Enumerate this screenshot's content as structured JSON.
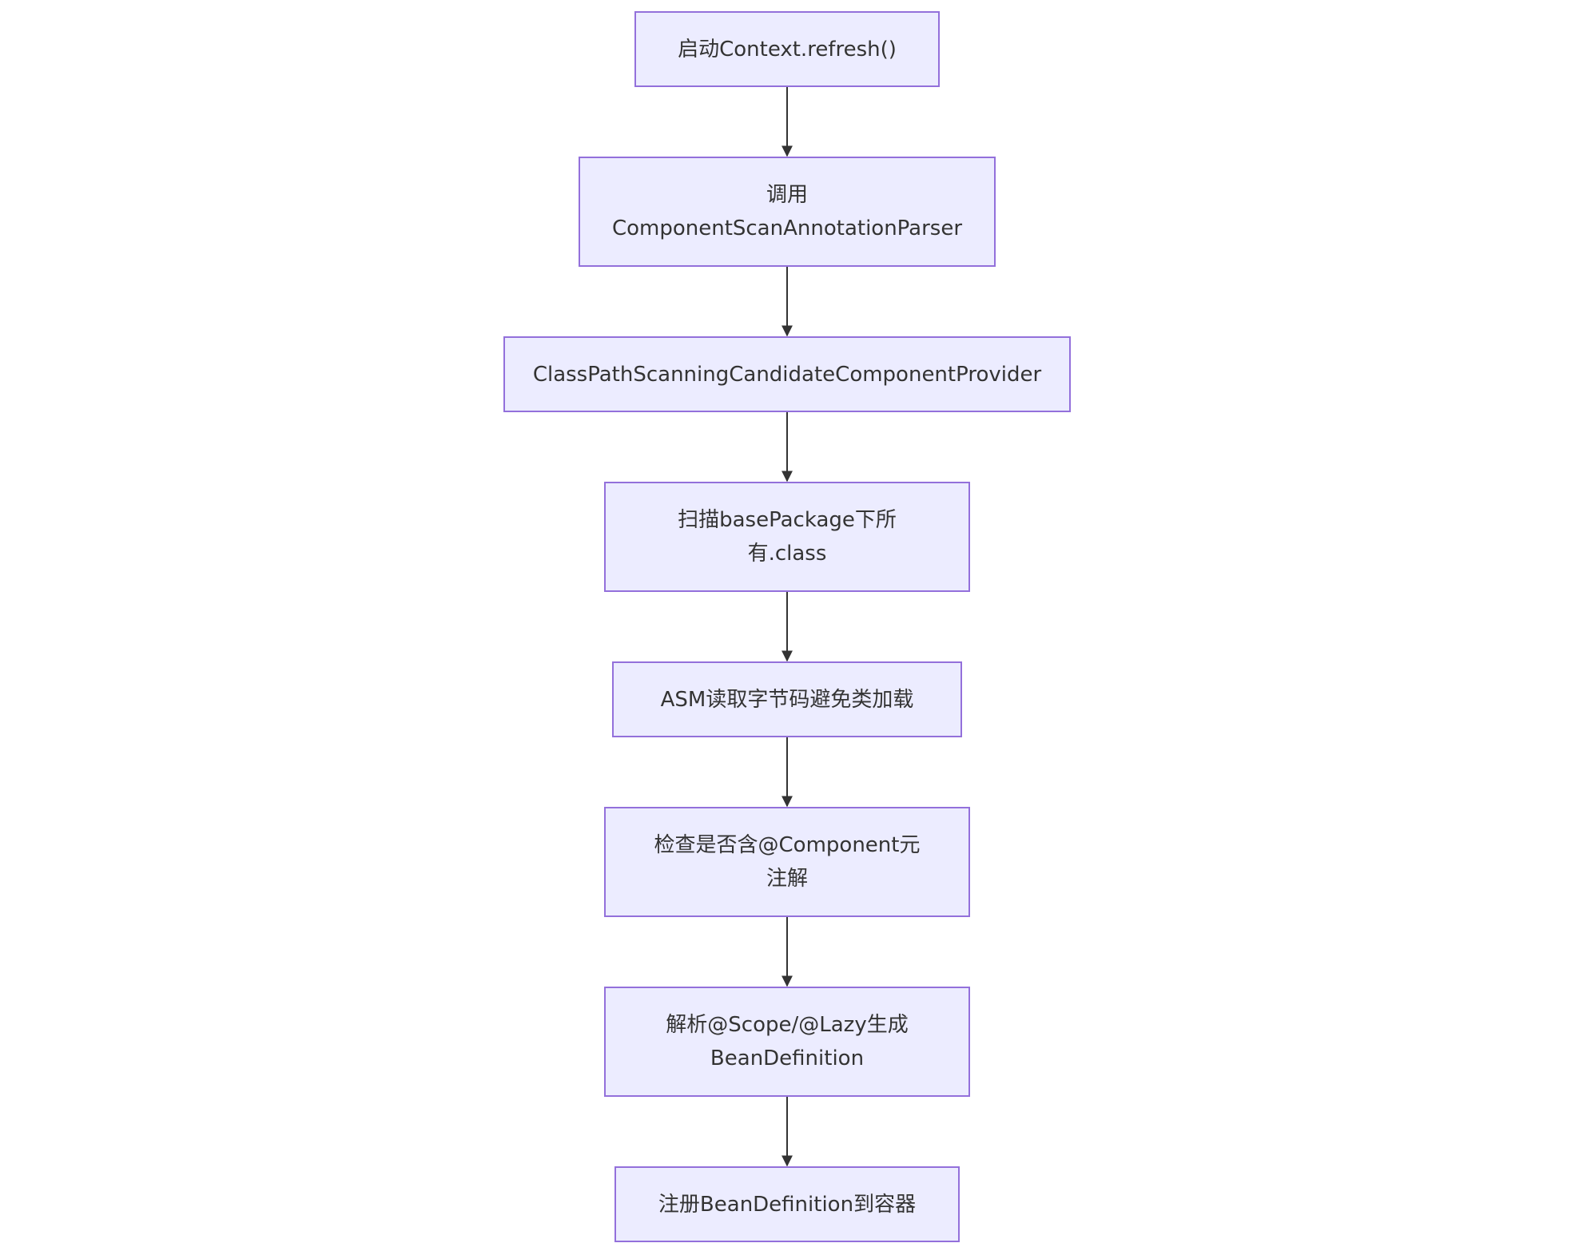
{
  "nodes": [
    {
      "id": "n1",
      "lines": [
        "启动Context.refresh()"
      ]
    },
    {
      "id": "n2",
      "lines": [
        "调用",
        "ComponentScanAnnotationParser"
      ]
    },
    {
      "id": "n3",
      "lines": [
        "ClassPathScanningCandidateComponentProvider"
      ]
    },
    {
      "id": "n4",
      "lines": [
        "扫描basePackage下所",
        "有.class"
      ]
    },
    {
      "id": "n5",
      "lines": [
        "ASM读取字节码避免类加载"
      ]
    },
    {
      "id": "n6",
      "lines": [
        "检查是否含@Component元",
        "注解"
      ]
    },
    {
      "id": "n7",
      "lines": [
        "解析@Scope/@Lazy生成",
        "BeanDefinition"
      ]
    },
    {
      "id": "n8",
      "lines": [
        "注册BeanDefinition到容器"
      ]
    }
  ],
  "edges": [
    {
      "from": "n1",
      "to": "n2"
    },
    {
      "from": "n2",
      "to": "n3"
    },
    {
      "from": "n3",
      "to": "n4"
    },
    {
      "from": "n4",
      "to": "n5"
    },
    {
      "from": "n5",
      "to": "n6"
    },
    {
      "from": "n6",
      "to": "n7"
    },
    {
      "from": "n7",
      "to": "n8"
    }
  ],
  "colors": {
    "node_fill": "#ECECFF",
    "node_border": "#9370DB",
    "text": "#333333",
    "edge": "#333333"
  }
}
